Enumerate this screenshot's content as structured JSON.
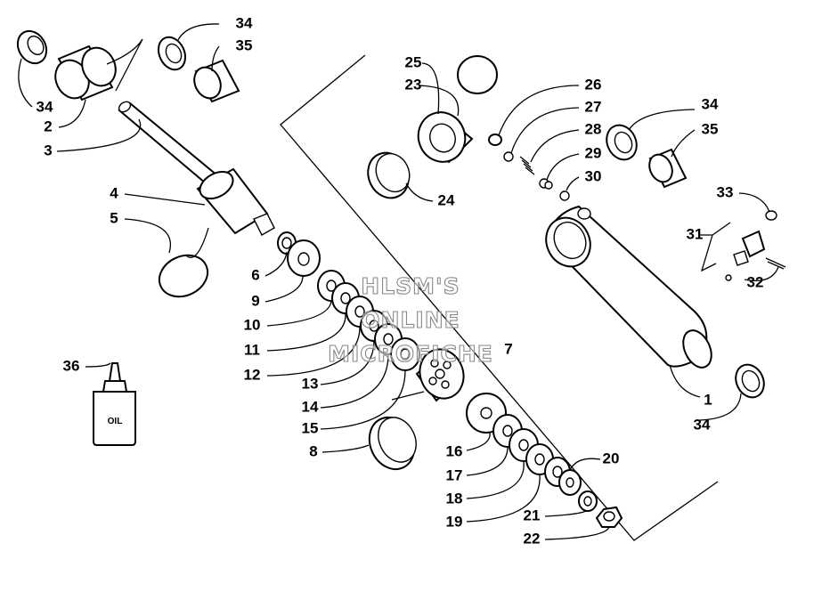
{
  "callouts": {
    "c1": "1",
    "c2": "2",
    "c3": "3",
    "c4": "4",
    "c5": "5",
    "c6": "6",
    "c7": "7",
    "c8": "8",
    "c9": "9",
    "c10": "10",
    "c11": "11",
    "c12": "12",
    "c13": "13",
    "c14": "14",
    "c15": "15",
    "c16": "16",
    "c17": "17",
    "c18": "18",
    "c19": "19",
    "c20": "20",
    "c21": "21",
    "c22": "22",
    "c23": "23",
    "c24": "24",
    "c25": "25",
    "c26": "26",
    "c27": "27",
    "c28": "28",
    "c29": "29",
    "c30": "30",
    "c31": "31",
    "c32": "32",
    "c33": "33",
    "c34a": "34",
    "c34b": "34",
    "c34c": "34",
    "c34d": "34",
    "c35a": "35",
    "c35b": "35",
    "c36": "36"
  },
  "bottle_label": "OIL",
  "watermark": {
    "line1": "HLSM'S",
    "line2": "ONLINE",
    "line3": "MICROFICHE"
  }
}
